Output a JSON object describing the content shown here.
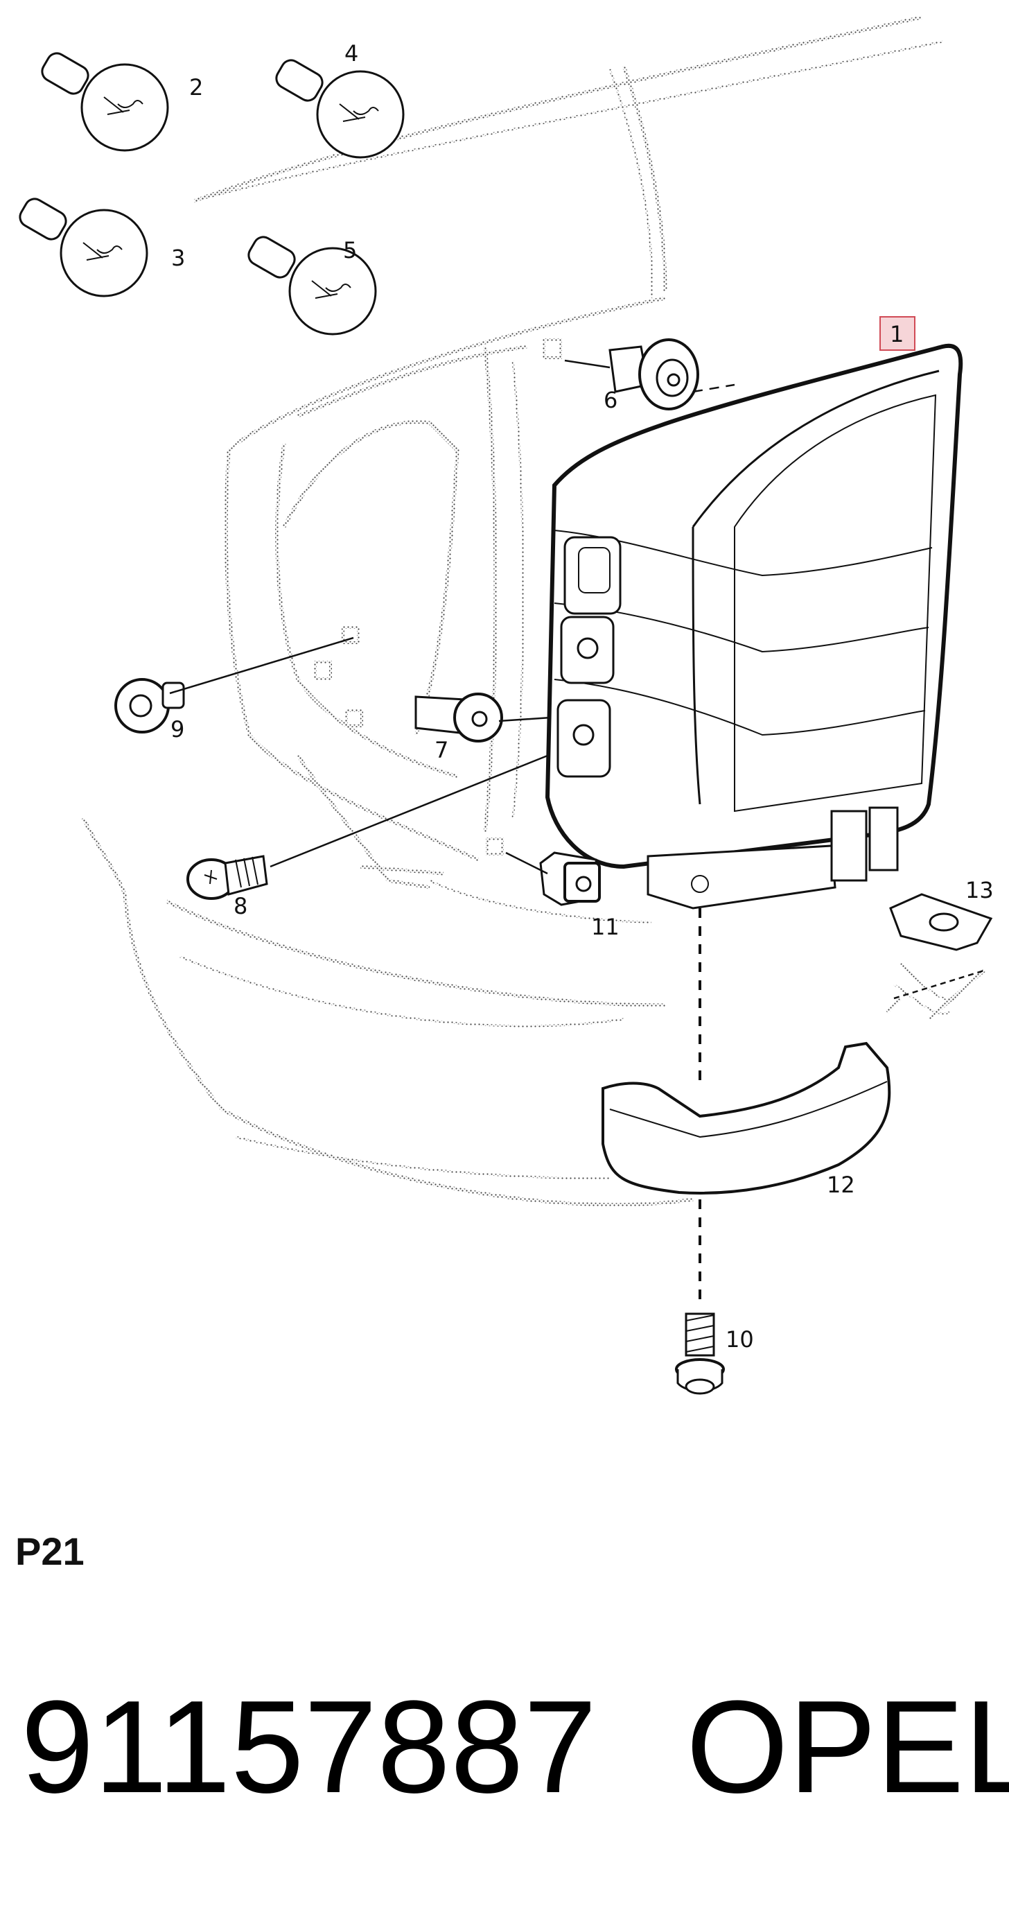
{
  "diagram": {
    "callouts": [
      {
        "id": "1",
        "highlighted": true
      },
      {
        "id": "2"
      },
      {
        "id": "3"
      },
      {
        "id": "4"
      },
      {
        "id": "5"
      },
      {
        "id": "6"
      },
      {
        "id": "7"
      },
      {
        "id": "8"
      },
      {
        "id": "9"
      },
      {
        "id": "10"
      },
      {
        "id": "11"
      },
      {
        "id": "12"
      },
      {
        "id": "13"
      }
    ],
    "page_code": "P21",
    "part_number": "91157887",
    "brand": "OPEL",
    "colors": {
      "line": "#111111",
      "hatch": "#555555",
      "highlight_fill": "#f6d5d8",
      "highlight_stroke": "#d04a55"
    }
  }
}
